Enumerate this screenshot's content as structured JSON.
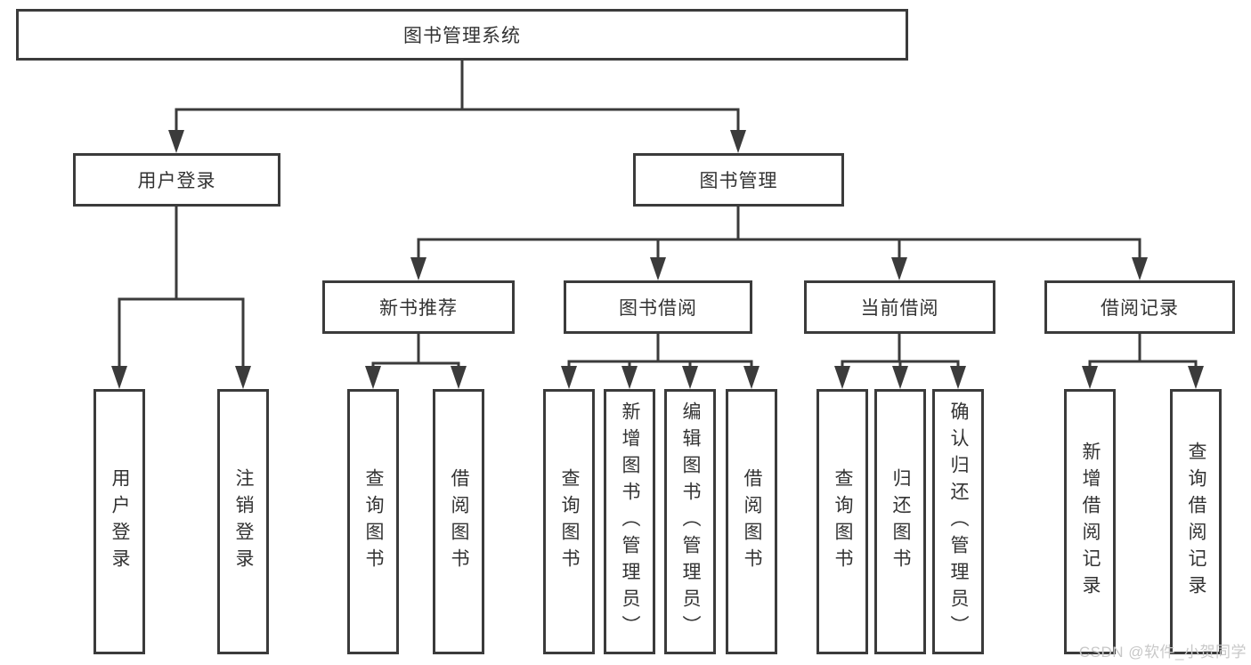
{
  "diagram": {
    "type": "hierarchy-tree",
    "colors": {
      "line": "#3b3b3b",
      "border": "#3b3b3b",
      "text": "#333333",
      "box_background": "#ffffff",
      "page_background": "#ffffff",
      "watermark": "#c8c8c8"
    }
  },
  "tree": {
    "root": {
      "label": "图书管理系统",
      "children": [
        {
          "label": "用户登录",
          "children": [
            {
              "label": "用户登录"
            },
            {
              "label": "注销登录"
            }
          ]
        },
        {
          "label": "图书管理",
          "children": [
            {
              "label": "新书推荐",
              "children": [
                {
                  "label": "查询图书"
                },
                {
                  "label": "借阅图书"
                }
              ]
            },
            {
              "label": "图书借阅",
              "children": [
                {
                  "label": "查询图书"
                },
                {
                  "label": "新增图书（管理员）"
                },
                {
                  "label": "编辑图书（管理员）"
                },
                {
                  "label": "借阅图书"
                }
              ]
            },
            {
              "label": "当前借阅",
              "children": [
                {
                  "label": "查询图书"
                },
                {
                  "label": "归还图书"
                },
                {
                  "label": "确认归还（管理员）"
                }
              ]
            },
            {
              "label": "借阅记录",
              "children": [
                {
                  "label": "新增借阅记录"
                },
                {
                  "label": "查询借阅记录"
                }
              ]
            }
          ]
        }
      ]
    }
  },
  "watermark": {
    "text": "CSDN @软件_小贺同学"
  }
}
